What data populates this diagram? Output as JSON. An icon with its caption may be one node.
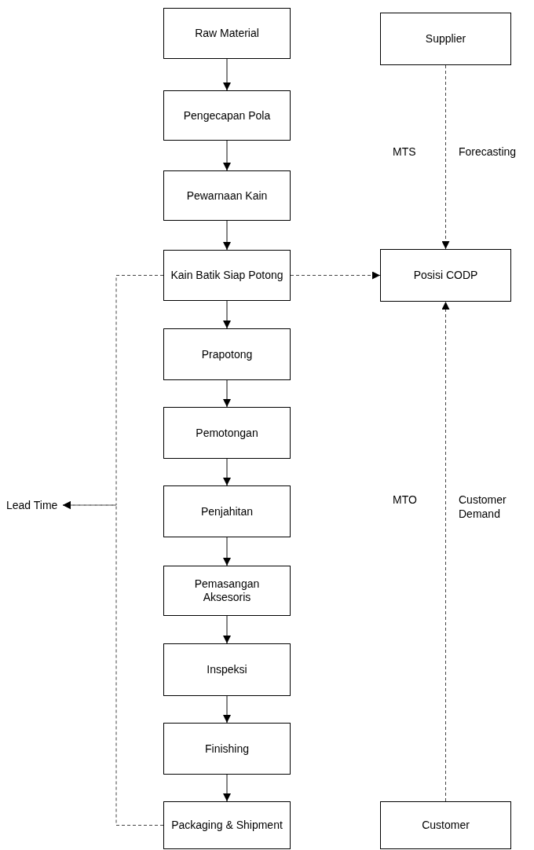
{
  "diagram": {
    "nodes": [
      {
        "text": [
          "Raw Material"
        ]
      },
      {
        "text": [
          "Pengecapan Pola"
        ]
      },
      {
        "text": [
          "Pewarnaan Kain"
        ]
      },
      {
        "text": [
          "Kain Batik Siap Potong"
        ]
      },
      {
        "text": [
          "Prapotong"
        ]
      },
      {
        "text": [
          "Pemotongan"
        ]
      },
      {
        "text": [
          "Penjahitan"
        ]
      },
      {
        "text": [
          "Pemasangan Aksesoris"
        ]
      },
      {
        "text": [
          "Inspeksi"
        ]
      },
      {
        "text": [
          "Finishing"
        ]
      },
      {
        "text": [
          "Packaging & Shipment"
        ]
      },
      {
        "text": [
          "Supplier"
        ]
      },
      {
        "text": [
          "Posisi CODP"
        ]
      },
      {
        "text": [
          "Customer"
        ]
      },
      {
        "text": [
          "Lead Time"
        ]
      }
    ],
    "edges": [
      {
        "from": 0,
        "to": 1,
        "arrow": "to"
      },
      {
        "from": 1,
        "to": 2,
        "arrow": "to"
      },
      {
        "from": 2,
        "to": 3,
        "arrow": "to"
      },
      {
        "from": 3,
        "to": 4,
        "arrow": "to"
      },
      {
        "from": 4,
        "to": 5,
        "arrow": "to"
      },
      {
        "from": 5,
        "to": 6,
        "arrow": "to"
      },
      {
        "from": 6,
        "to": 7,
        "arrow": "to"
      },
      {
        "from": 7,
        "to": 8,
        "arrow": "to"
      },
      {
        "from": 8,
        "to": 9,
        "arrow": "to"
      },
      {
        "from": 9,
        "to": 10,
        "arrow": "to"
      },
      {
        "from": 3,
        "to": 12,
        "arrow": "to",
        "style": "dashed"
      },
      {
        "from": 11,
        "to": 12,
        "arrow": "to",
        "style": "dashed"
      },
      {
        "from": 13,
        "to": 12,
        "arrow": "to",
        "style": "dashed"
      },
      {
        "from": 3,
        "to": 14,
        "arrow": "to",
        "style": "dashed"
      },
      {
        "from": 10,
        "to": 14,
        "arrow": "to",
        "style": "dashed"
      }
    ],
    "labels": [
      "MTS",
      "Forecasting",
      "MTO",
      "Customer Demand"
    ]
  }
}
